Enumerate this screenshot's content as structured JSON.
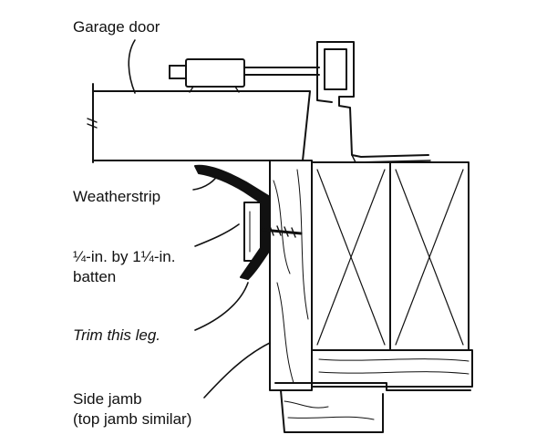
{
  "labels": {
    "garage_door": "Garage door",
    "weatherstrip": "Weatherstrip",
    "batten_line1": "¼-in. by 1¼-in.",
    "batten_line2": "batten",
    "trim": "Trim this leg.",
    "jamb_line1": "Side jamb",
    "jamb_line2": "(top jamb similar)"
  },
  "colors": {
    "ink": "#111111",
    "paper": "#ffffff"
  }
}
